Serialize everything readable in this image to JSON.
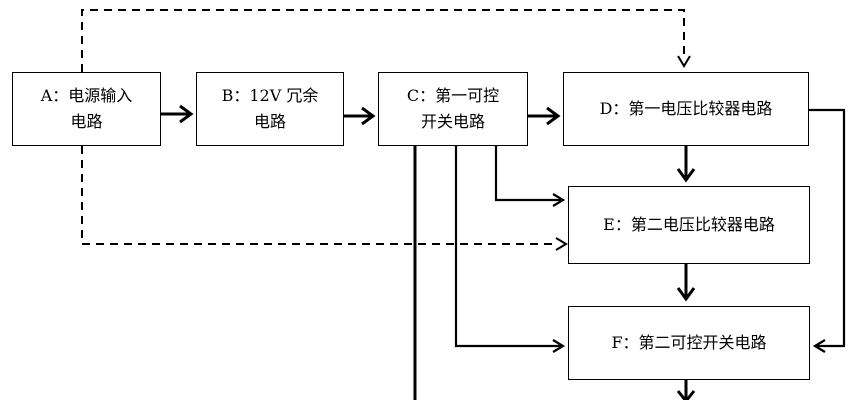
{
  "blocks": {
    "a": {
      "line1": "A：电源输入",
      "line2": "电路"
    },
    "b": {
      "line1": "B：12V 冗余",
      "line2": "电路"
    },
    "c": {
      "line1": "C：第一可控",
      "line2": "开关电路"
    },
    "d": {
      "label": "D：第一电压比较器电路"
    },
    "e": {
      "label": "E：第二电压比较器电路"
    },
    "f": {
      "label": "F：第二可控开关电路"
    }
  },
  "colors": {
    "line": "#000000",
    "background": "#ffffff"
  }
}
